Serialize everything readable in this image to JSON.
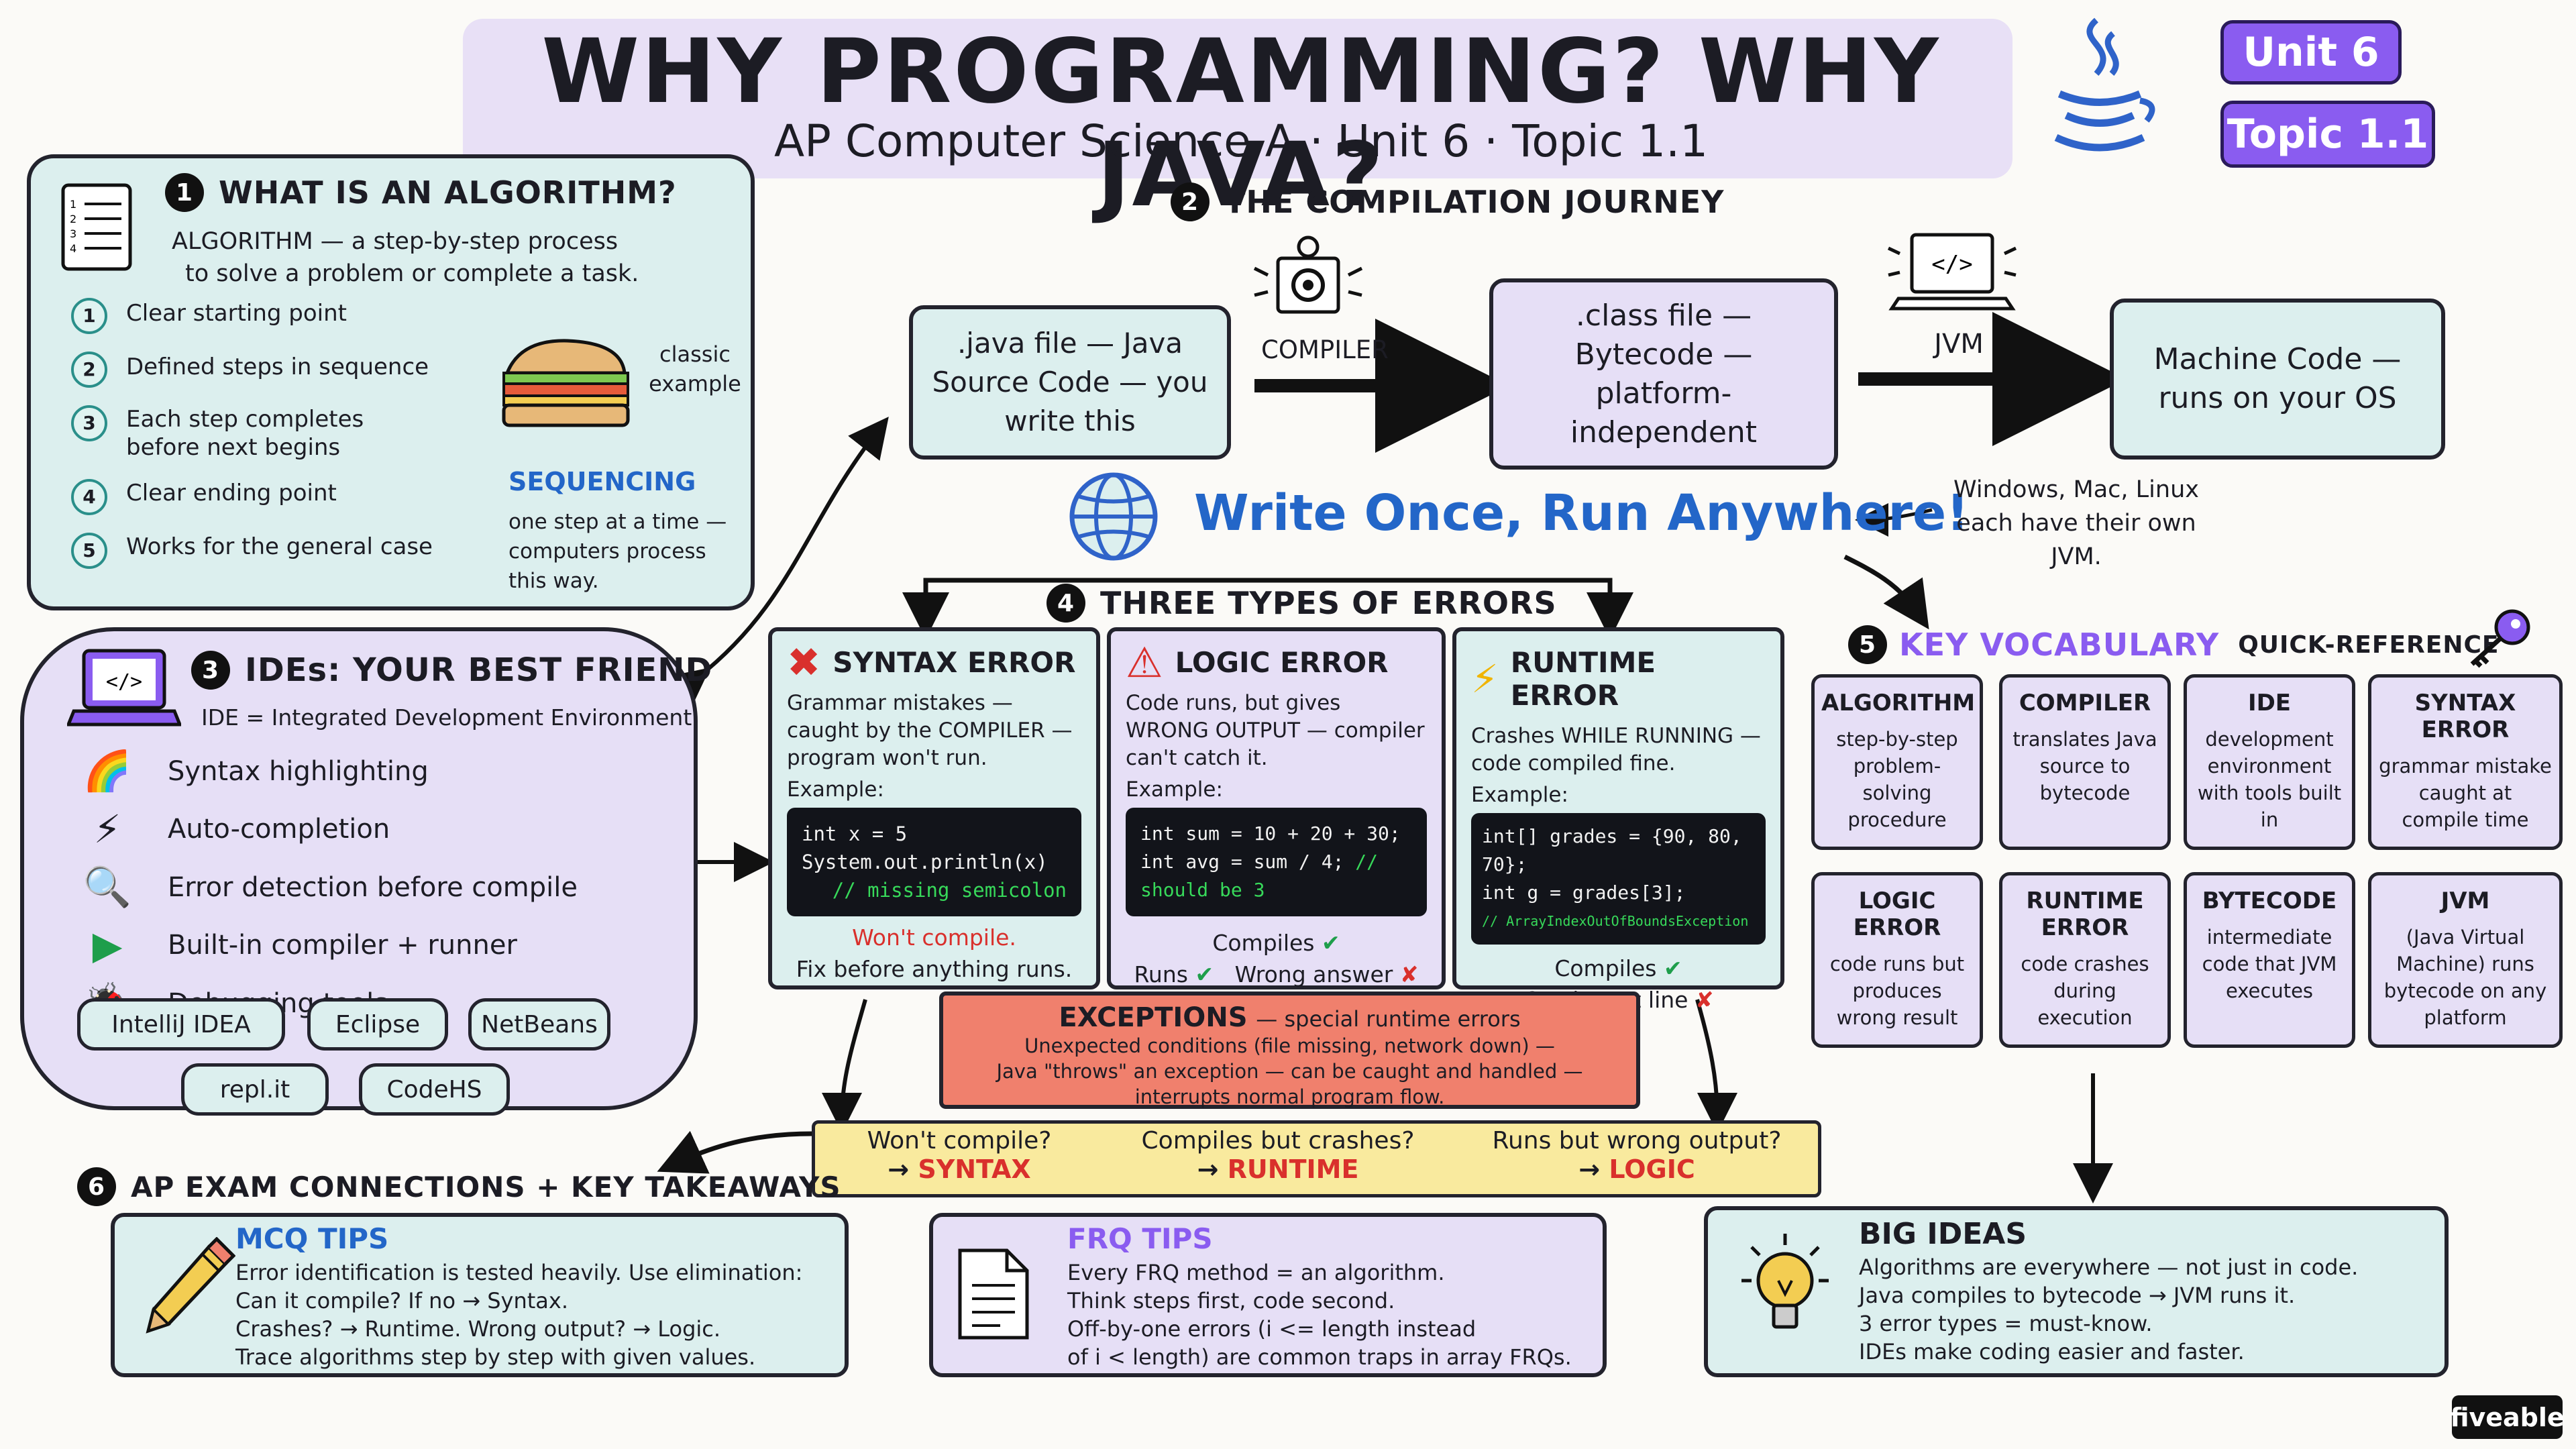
{
  "title": "WHY PROGRAMMING? WHY JAVA?",
  "subtitle": "AP Computer Science A · Unit 6 · Topic 1.1",
  "badges": {
    "unit": "Unit 6",
    "topic": "Topic 1.1"
  },
  "colors": {
    "accent": "#8a5cf0",
    "teal": "#2a8f8a",
    "lavender": "#e6dff6",
    "mint": "#dcefee",
    "error_red": "#d9302c",
    "yellow": "#f9ea9e",
    "exceptions": "#f0806d"
  },
  "algorithm": {
    "num": "1",
    "heading": "WHAT IS AN ALGORITHM?",
    "def_line1": "ALGORITHM — a step-by-step process",
    "def_line2": "to solve a problem or complete a task.",
    "steps": [
      {
        "n": "1",
        "text": "Clear starting point"
      },
      {
        "n": "2",
        "text": "Defined steps in sequence"
      },
      {
        "n": "3",
        "text": "Each step completes before next begins"
      },
      {
        "n": "4",
        "text": "Clear ending point"
      },
      {
        "n": "5",
        "text": "Works for the general case"
      }
    ],
    "example_label": "classic example",
    "sequencing": "SEQUENCING",
    "seq_line1": "one step at a time —",
    "seq_line2": "computers process",
    "seq_line3": "this way."
  },
  "compilation": {
    "num": "2",
    "heading": "THE COMPILATION JOURNEY",
    "box1": ".java file — Java Source Code — you write this",
    "compiler_label": "COMPILER",
    "box2": ".class file — Bytecode — platform-independent",
    "jvm_label": "JVM",
    "box3": "Machine Code — runs on your OS",
    "wora": "Write Once, Run Anywhere!",
    "os_note_line1": "Windows, Mac, Linux",
    "os_note_line2": "each have their own",
    "os_note_line3": "JVM."
  },
  "ide": {
    "num": "3",
    "heading": "IDEs: YOUR BEST FRIEND",
    "def": "IDE = Integrated Development Environment",
    "features": [
      {
        "icon": "rainbow-icon",
        "glyph": "🌈",
        "text": "Syntax highlighting"
      },
      {
        "icon": "lightning-icon",
        "glyph": "⚡",
        "text": "Auto-completion"
      },
      {
        "icon": "magnifier-icon",
        "glyph": "🔍",
        "text": "Error detection before compile"
      },
      {
        "icon": "play-icon",
        "glyph": "▶",
        "text": "Built-in compiler + runner"
      },
      {
        "icon": "ladybug-icon",
        "glyph": "🐞",
        "text": "Debugging tools"
      }
    ],
    "tools": [
      "IntelliJ IDEA",
      "Eclipse",
      "NetBeans",
      "repl.it",
      "CodeHS"
    ]
  },
  "errors": {
    "num": "4",
    "heading": "THREE TYPES OF ERRORS",
    "syntax": {
      "title": "SYNTAX ERROR",
      "desc": "Grammar mistakes — caught by the COMPILER — program won't run.",
      "example_label": "Example:",
      "code1": "int x = 5",
      "code2": "System.out.println(x)",
      "code_comment": "// missing semicolon",
      "result": "Won't compile.",
      "note": "Fix before anything runs."
    },
    "logic": {
      "title": "LOGIC ERROR",
      "desc": "Code runs, but gives WRONG OUTPUT — compiler can't catch it.",
      "example_label": "Example:",
      "code1": "int sum = 10 + 20 + 30;",
      "code2": "int avg = sum / 4;",
      "code_comment": "// should be 3",
      "compiles": "Compiles",
      "runs": "Runs",
      "wrong": "Wrong answer"
    },
    "runtime": {
      "title": "RUNTIME ERROR",
      "desc": "Crashes WHILE RUNNING — code compiled fine.",
      "example_label": "Example:",
      "code1": "int[] grades = {90, 80, 70};",
      "code2": "int g = grades[3];",
      "code_comment": "// ArrayIndexOutOfBoundsException",
      "compiles": "Compiles",
      "crashes": "Crashes at line"
    },
    "exceptions_title": "EXCEPTIONS",
    "exceptions_sub": "— special runtime errors",
    "exceptions_line1": "Unexpected conditions (file missing, network down) —",
    "exceptions_line2": "Java \"throws\" an exception — can be caught and handled —",
    "exceptions_line3": "interrupts normal program flow.",
    "decision": [
      {
        "q": "Won't compile?",
        "a": "SYNTAX"
      },
      {
        "q": "Compiles but crashes?",
        "a": "RUNTIME"
      },
      {
        "q": "Runs but wrong output?",
        "a": "LOGIC"
      }
    ]
  },
  "vocab": {
    "num": "5",
    "heading": "KEY VOCABULARY",
    "sub": "QUICK-REFERENCE",
    "items": [
      {
        "term": "ALGORITHM",
        "def": "step-by-step problem-solving procedure"
      },
      {
        "term": "COMPILER",
        "def": "translates Java source to bytecode"
      },
      {
        "term": "IDE",
        "def": "development environment with tools built in"
      },
      {
        "term": "SYNTAX ERROR",
        "def": "grammar mistake caught at compile time"
      },
      {
        "term": "LOGIC ERROR",
        "def": "code runs but produces wrong result"
      },
      {
        "term": "RUNTIME ERROR",
        "def": "code crashes during execution"
      },
      {
        "term": "BYTECODE",
        "def": "intermediate code that JVM executes"
      },
      {
        "term": "JVM",
        "def": "(Java Virtual Machine) runs bytecode on any platform"
      }
    ]
  },
  "ap": {
    "num": "6",
    "heading": "AP EXAM CONNECTIONS + KEY TAKEAWAYS",
    "mcq_title": "MCQ TIPS",
    "mcq_lines": [
      "Error identification is tested heavily. Use elimination:",
      "Can it compile? If no → Syntax.",
      "Crashes? → Runtime. Wrong output? → Logic.",
      "Trace algorithms step by step with given values."
    ],
    "frq_title": "FRQ TIPS",
    "frq_lines": [
      "Every FRQ method = an algorithm.",
      "Think steps first, code second.",
      "Off-by-one errors (i <= length instead",
      "of i < length) are common traps in array FRQs."
    ],
    "big_title": "BIG IDEAS",
    "big_lines": [
      "Algorithms are everywhere — not just in code.",
      "Java compiles to bytecode → JVM runs it.",
      "3 error types = must-know.",
      "IDEs make coding easier and faster."
    ]
  },
  "brand": "fiveable"
}
